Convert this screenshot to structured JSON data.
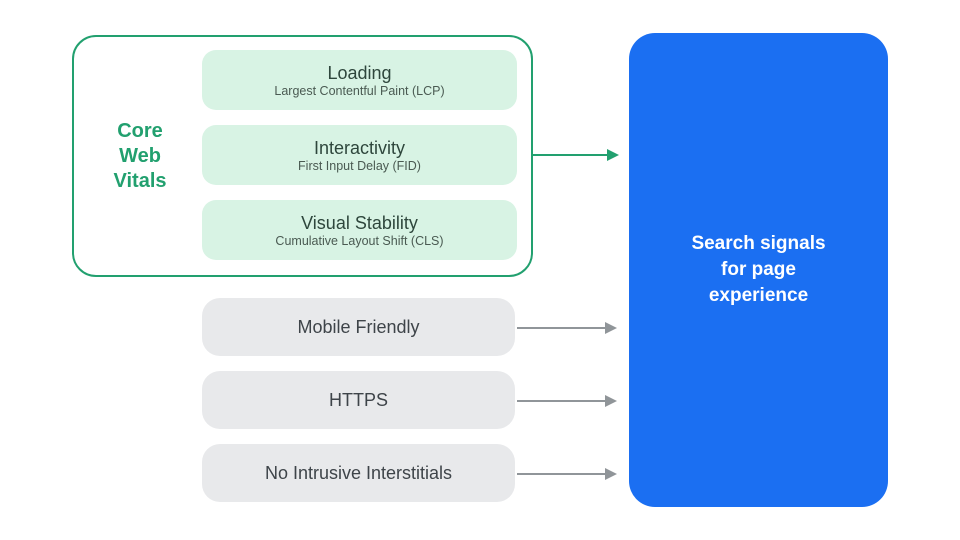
{
  "colors": {
    "green": "#22A06F",
    "light_green": "#D8F3E4",
    "card_title": "#2E463C",
    "card_subtitle": "#4A5A52",
    "pill_bg": "#E8E9EB",
    "pill_text": "#3E4449",
    "arrow_gray": "#909599",
    "blue": "#1B6FF2",
    "white": "#FFFFFF"
  },
  "core_web_vitals": {
    "label": "Core\nWeb\nVitals",
    "cards": [
      {
        "title": "Loading",
        "subtitle": "Largest Contentful Paint (LCP)"
      },
      {
        "title": "Interactivity",
        "subtitle": "First Input Delay (FID)"
      },
      {
        "title": "Visual Stability",
        "subtitle": "Cumulative Layout Shift (CLS)"
      }
    ]
  },
  "other_signals": [
    {
      "label": "Mobile Friendly"
    },
    {
      "label": "HTTPS"
    },
    {
      "label": "No Intrusive Interstitials"
    }
  ],
  "result": {
    "label": "Search signals\nfor page\nexperience"
  }
}
